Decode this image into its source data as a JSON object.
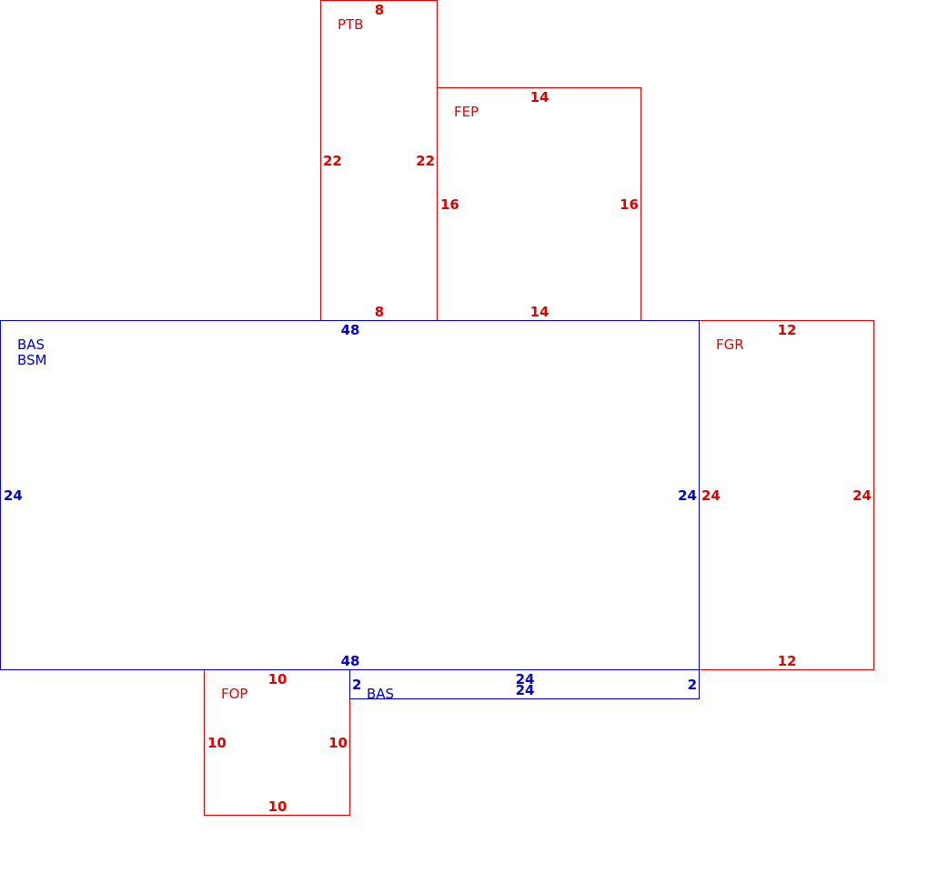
{
  "colors": {
    "living": "#0000c8",
    "other": "#e00000"
  },
  "areas": [
    {
      "key": "ptb",
      "code": "PTB",
      "type": "other",
      "dims": {
        "top": "8",
        "bottom": "8",
        "left": "22",
        "right": "22"
      }
    },
    {
      "key": "fep",
      "code": "FEP",
      "type": "other",
      "dims": {
        "top": "14",
        "bottom": "14",
        "left": "16",
        "right": "16"
      }
    },
    {
      "key": "bas",
      "code": "BAS",
      "code2": "BSM",
      "type": "living",
      "dims": {
        "top": "48",
        "bottom": "48",
        "left": "24",
        "right": "24"
      }
    },
    {
      "key": "fgr",
      "code": "FGR",
      "type": "other",
      "dims": {
        "top": "12",
        "bottom": "12",
        "left": "24",
        "right": "24"
      }
    },
    {
      "key": "fop",
      "code": "FOP",
      "type": "other",
      "dims": {
        "top": "10",
        "bottom": "10",
        "left": "10",
        "right": "10"
      }
    },
    {
      "key": "bas2",
      "code": "BAS",
      "type": "living",
      "dims": {
        "top": "24",
        "bottom": "24",
        "left": "2",
        "right": "2"
      }
    }
  ]
}
